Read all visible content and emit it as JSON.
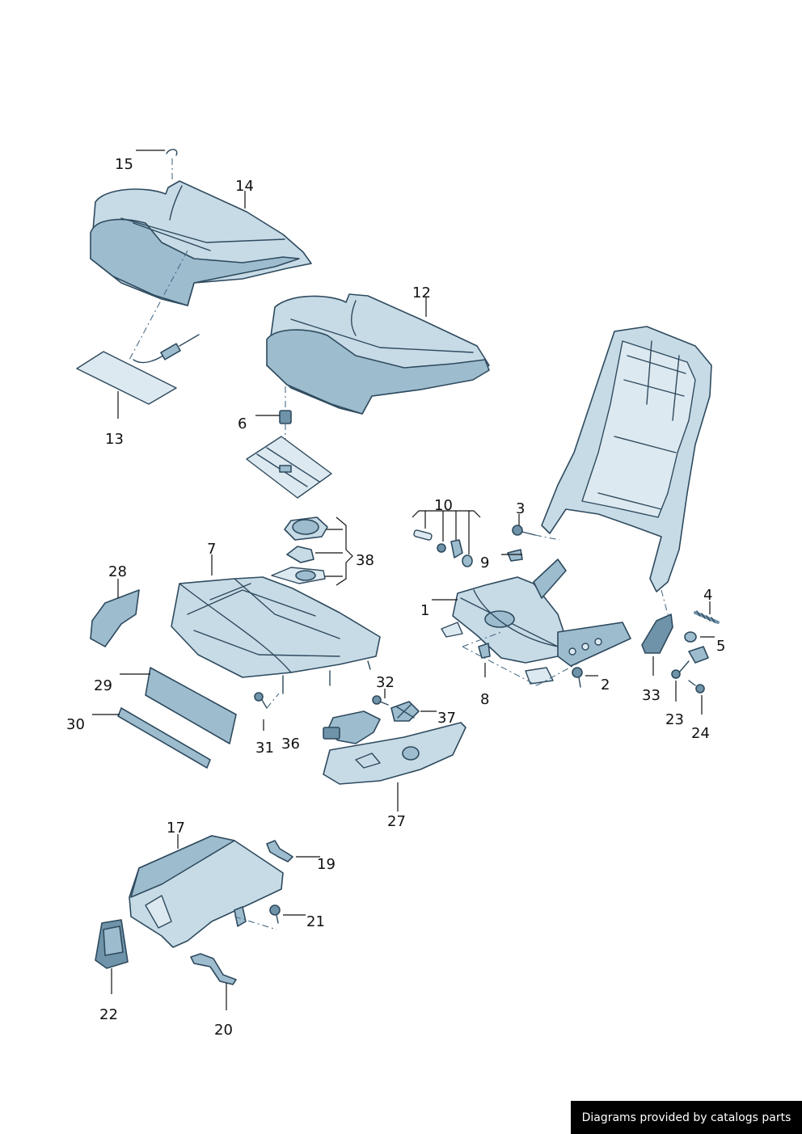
{
  "footer": {
    "text": "Diagrams provided by catalogs parts"
  },
  "colors": {
    "part_fill": "#c7dbe6",
    "part_mid": "#9dbccd",
    "part_dark": "#6f93a8",
    "outline": "#2e4a5e",
    "text": "#111111",
    "footer_bg": "#000000"
  },
  "callouts": {
    "c1": "1",
    "c2": "2",
    "c3": "3",
    "c4": "4",
    "c5": "5",
    "c6": "6",
    "c7": "7",
    "c8": "8",
    "c9": "9",
    "c10": "10",
    "c12": "12",
    "c13": "13",
    "c14": "14",
    "c15": "15",
    "c17": "17",
    "c19": "19",
    "c20": "20",
    "c21": "21",
    "c22": "22",
    "c23": "23",
    "c24": "24",
    "c27": "27",
    "c28": "28",
    "c29": "29",
    "c30": "30",
    "c31": "31",
    "c32": "32",
    "c33": "33",
    "c36": "36",
    "c37": "37",
    "c38": "38"
  }
}
